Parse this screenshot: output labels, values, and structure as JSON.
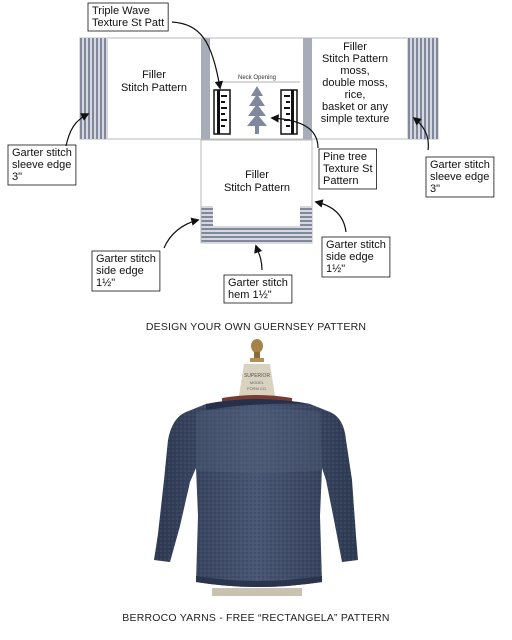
{
  "diagram": {
    "labels": {
      "triple_wave": [
        "Triple Wave",
        "Texture St Patt"
      ],
      "filler_left": [
        "Filler",
        "Stitch Pattern"
      ],
      "filler_right": [
        "Filler",
        "Stitch Pattern",
        "moss,",
        "double moss,",
        "rice,",
        "basket or any",
        "simple texture"
      ],
      "neck_opening": "Neck Opening",
      "garter_sleeve_left": [
        "Garter stitch",
        "sleeve edge",
        "3\""
      ],
      "garter_sleeve_right": [
        "Garter stitch",
        "sleeve edge",
        "3\""
      ],
      "pine_tree": [
        "Pine tree",
        "Texture St",
        "Pattern"
      ],
      "filler_body": [
        "Filler",
        "Stitch Pattern"
      ],
      "garter_side_left": [
        "Garter stitch",
        "side edge",
        "1½\""
      ],
      "garter_side_right": [
        "Garter stitch",
        "side edge",
        "1½\""
      ],
      "garter_hem": [
        "Garter stitch",
        "hem 1½\""
      ]
    },
    "caption": "DESIGN YOUR OWN GUERNSEY PATTERN"
  },
  "photo": {
    "form_label": [
      "SUPERIOR",
      "MODEL",
      "FORM CO."
    ],
    "caption": "BERROCO YARNS - FREE “RECTANGELA” PATTERN"
  },
  "colors": {
    "stripe": "#8f97a8",
    "stripe_light": "#c9ccd4",
    "line": "#b8b8b8",
    "sweater": "#3d4a66",
    "sweater_dark": "#2d3850",
    "sweater_light": "#4e5b78"
  }
}
